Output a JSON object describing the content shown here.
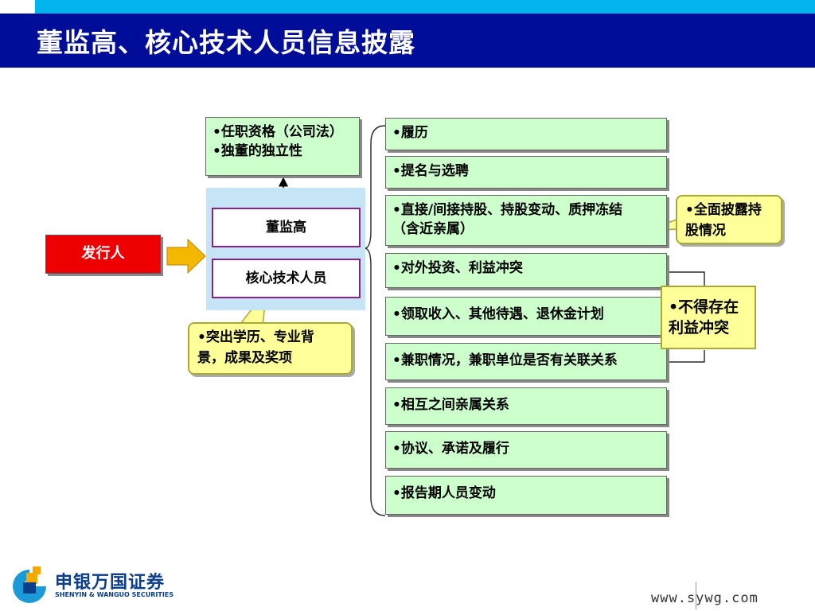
{
  "title": "董监高、核心技术人员信息披露",
  "issuer": "发行人",
  "qualification_box": [
    "•任职资格（公司法）",
    "•独董的独立性"
  ],
  "center_boxes": {
    "directors": "董监高",
    "core_tech": "核心技术人员"
  },
  "education_callout": [
    "•突出学历、专业背",
    "景，成果及奖项"
  ],
  "disclosure_items": [
    "•履历",
    "•提名与选聘",
    "•直接/间接持股、持股变动、质押冻结",
    "（含近亲属）",
    "•对外投资、利益冲突",
    "•领取收入、其他待遇、退休金计划",
    "•兼职情况，兼职单位是否有关联关系",
    "•相互之间亲属关系",
    "•协议、承诺及履行",
    "•报告期人员变动"
  ],
  "shareholding_callout": [
    "•全面披露持",
    "股情况"
  ],
  "conflict_callout": [
    "•不得存在",
    "利益冲突"
  ],
  "logo": {
    "name": "申银万国证券",
    "english": "SHENYIN & WANGUO SECURITIES"
  },
  "website": "www.sywg.com",
  "colors": {
    "title_bar": "#000d99",
    "accent_cyan": "#00b4ee",
    "issuer_red": "#ee0000",
    "item_green": "#ccffcc",
    "callout_yellow": "#ffff99"
  }
}
